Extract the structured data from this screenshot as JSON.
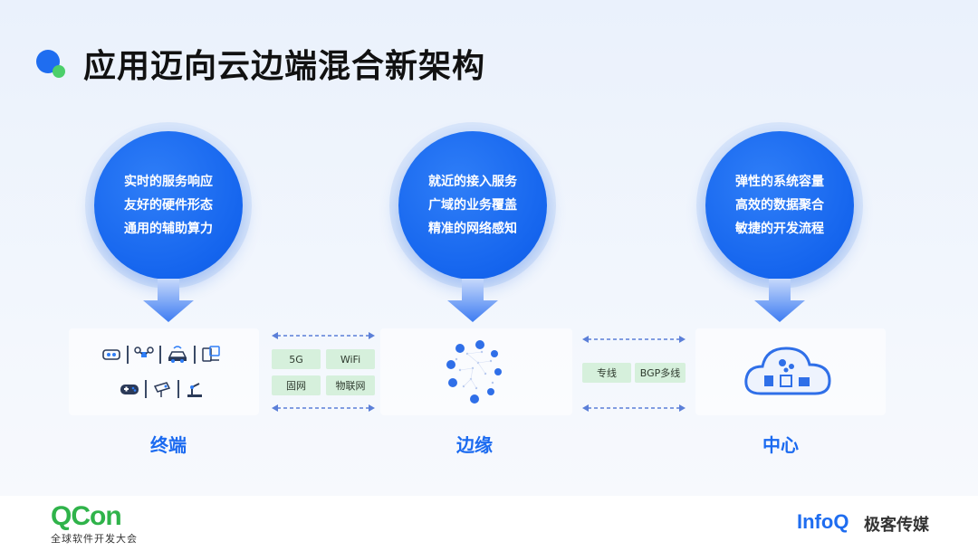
{
  "slide": {
    "title": "应用迈向云边端混合新架构"
  },
  "columns": [
    {
      "lines": [
        "实时的服务响应",
        "友好的硬件形态",
        "通用的辅助算力"
      ],
      "label": "终端"
    },
    {
      "lines": [
        "就近的接入服务",
        "广域的业务覆盖",
        "精准的网络感知"
      ],
      "label": "边缘"
    },
    {
      "lines": [
        "弹性的系统容量",
        "高效的数据聚合",
        "敏捷的开发流程"
      ],
      "label": "中心"
    }
  ],
  "links_left": {
    "tags": [
      "5G",
      "WiFi",
      "固网",
      "物联网"
    ]
  },
  "links_right": {
    "tags": [
      "专线",
      "BGP多线"
    ]
  },
  "footer": {
    "qcon_logo": "QCon",
    "qcon_subtitle": "全球软件开发大会",
    "infoq_logo": "InfoQ",
    "geek_media": "极客传媒"
  },
  "colors": {
    "primary_blue": "#1f6df0",
    "accent_green": "#4ccf6a",
    "tag_green": "#d6f0dc"
  }
}
